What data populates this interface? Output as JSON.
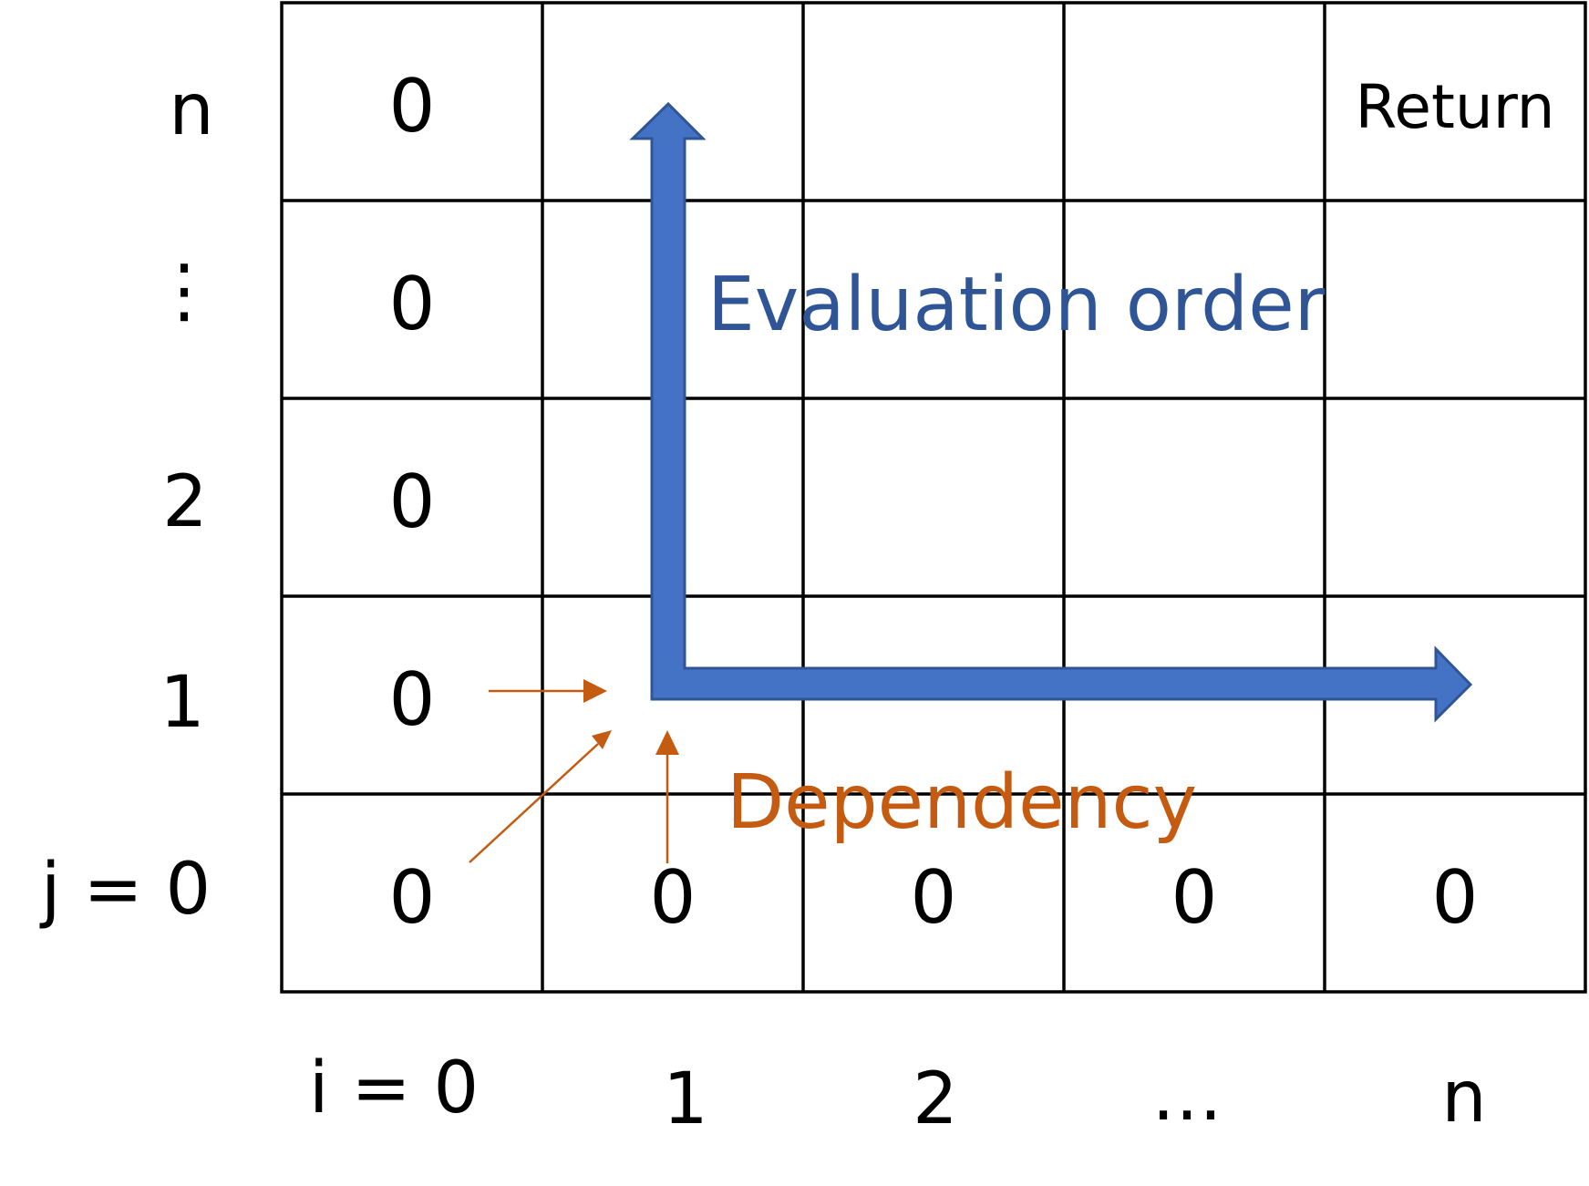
{
  "row_labels": [
    "n",
    "⋮",
    "2",
    "1",
    "j = 0"
  ],
  "col_labels": [
    "i = 0",
    "1",
    "2",
    "…",
    "n"
  ],
  "cells": [
    [
      "0",
      "",
      "",
      "",
      "Return"
    ],
    [
      "0",
      "",
      "",
      "",
      ""
    ],
    [
      "0",
      "",
      "",
      "",
      ""
    ],
    [
      "0",
      "",
      "",
      "",
      ""
    ],
    [
      "0",
      "0",
      "0",
      "0",
      "0"
    ]
  ],
  "evaluation_label": "Evaluation order",
  "dependency_label": "Dependency",
  "colors": {
    "grid": "#000000",
    "evaluation_arrow": "#4472C4",
    "evaluation_arrow_edge": "#2F5597",
    "evaluation_text": "#2F5597",
    "dependency": "#C55A11"
  }
}
